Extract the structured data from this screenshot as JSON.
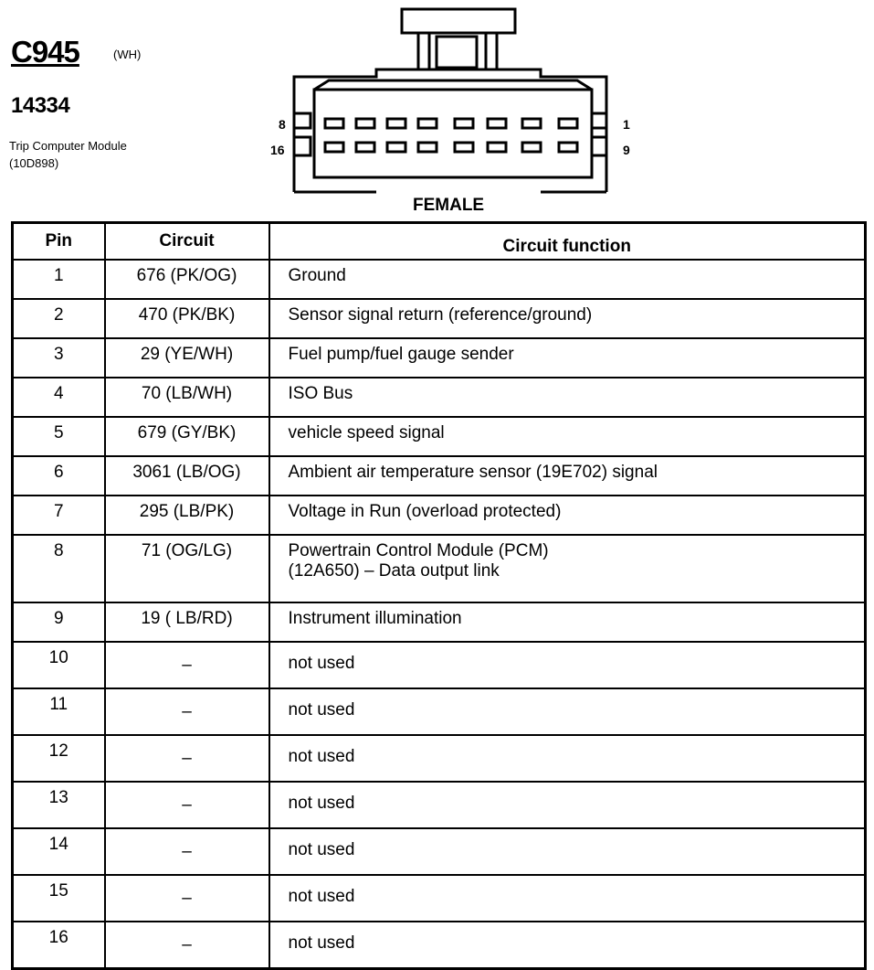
{
  "header": {
    "connector_id": "C945",
    "color_code": "(WH)",
    "part_number": "14334",
    "module_name": "Trip Computer Module (10D898)"
  },
  "connector": {
    "label_pin_top_left": "8",
    "label_pin_bottom_left": "16",
    "label_pin_top_right": "1",
    "label_pin_bottom_right": "9",
    "gender": "FEMALE"
  },
  "table": {
    "headers": {
      "pin": "Pin",
      "circuit": "Circuit",
      "function": "Circuit function"
    },
    "rows": [
      {
        "pin": "1",
        "circuit": "676 (PK/OG)",
        "function": "Ground"
      },
      {
        "pin": "2",
        "circuit": "470 (PK/BK)",
        "function": "Sensor signal return (reference/ground)"
      },
      {
        "pin": "3",
        "circuit": "29 (YE/WH)",
        "function": "Fuel pump/fuel gauge sender"
      },
      {
        "pin": "4",
        "circuit": "70 (LB/WH)",
        "function": "ISO Bus"
      },
      {
        "pin": "5",
        "circuit": "679 (GY/BK)",
        "function": "vehicle speed signal"
      },
      {
        "pin": "6",
        "circuit": "3061 (LB/OG)",
        "function": "Ambient air temperature sensor (19E702) signal"
      },
      {
        "pin": "7",
        "circuit": "295 (LB/PK)",
        "function": "Voltage in Run (overload protected)"
      },
      {
        "pin": "8",
        "circuit": "71 (OG/LG)",
        "function_line1": "Powertrain Control Module (PCM)",
        "function_line2": "(12A650) – Data output link"
      },
      {
        "pin": "9",
        "circuit": "19 ( LB/RD)",
        "function": "Instrument illumination"
      },
      {
        "pin": "10",
        "circuit": "–",
        "function": "not used"
      },
      {
        "pin": "11",
        "circuit": "–",
        "function": "not used"
      },
      {
        "pin": "12",
        "circuit": "–",
        "function": "not used"
      },
      {
        "pin": "13",
        "circuit": "–",
        "function": "not used"
      },
      {
        "pin": "14",
        "circuit": "–",
        "function": "not used"
      },
      {
        "pin": "15",
        "circuit": "–",
        "function": "not used"
      },
      {
        "pin": "16",
        "circuit": "–",
        "function": "not used"
      }
    ]
  }
}
